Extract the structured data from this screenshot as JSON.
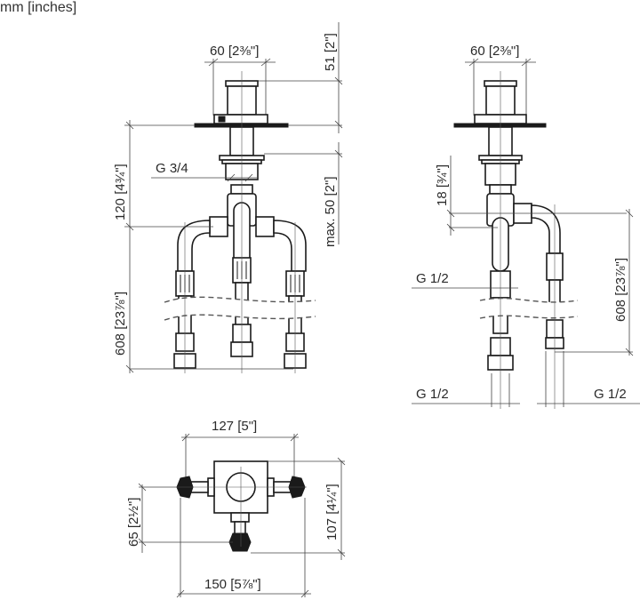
{
  "units_label": "mm [inches]",
  "views": {
    "front": {
      "width_label": "60 [2⅜\"]",
      "height_top_label": "51 [2\"]",
      "thread_label": "G 3/4",
      "upper_length_label": "120 [4¾\"]",
      "max_label": "max. 50 [2\"]",
      "hose_length_label": "608 [23⅞\"]"
    },
    "side": {
      "width_label": "60 [2⅜\"]",
      "offset_label": "18 [¾\"]",
      "thread_mid_label": "G 1/2",
      "hose_length_label": "608 [23⅞\"]",
      "thread_left_label": "G 1/2",
      "thread_right_label": "G 1/2"
    },
    "top": {
      "spacing_label": "127 [5\"]",
      "depth_label": "107 [4¼\"]",
      "offset_label": "65 [2½\"]",
      "overall_label": "150 [5⅞\"]"
    }
  }
}
